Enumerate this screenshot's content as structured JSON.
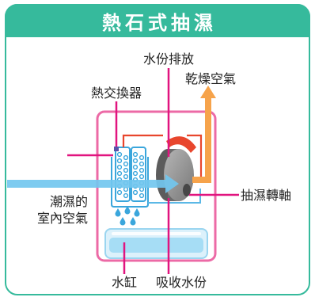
{
  "title": "熱石式抽濕",
  "labels": {
    "water_discharge": "水份排放",
    "dry_air": "乾燥空氣",
    "heat_exchanger": "熱交換器",
    "rotor_axle": "抽濕轉軸",
    "humid_air_line1": "潮濕的",
    "humid_air_line2": "室內空氣",
    "water_tank": "水缸",
    "absorb_water": "吸收水份"
  },
  "colors": {
    "accent": "#36ba9c",
    "device_outline": "#ec6aa6",
    "leader_line": "#e1147f",
    "humid_air_arrow": "#72c7ef",
    "dry_air_arrow": "#f6a34b",
    "heater": "#e8462d",
    "water": "#3aa6dc"
  }
}
